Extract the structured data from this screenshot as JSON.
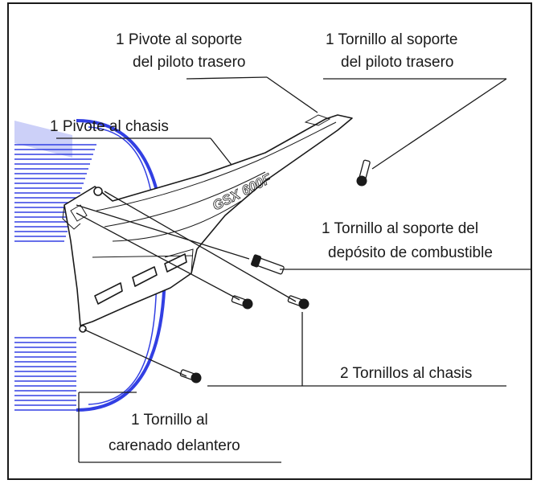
{
  "diagram": {
    "labels": {
      "pivot_rear_support_line1": "1 Pivote al soporte",
      "pivot_rear_support_line2": "del piloto trasero",
      "screw_rear_support_line1": "1 Tornillo al soporte",
      "screw_rear_support_line2": "del piloto trasero",
      "pivot_chassis": "1 Pivote al chasis",
      "screw_fuel_tank_line1": "1 Tornillo al soporte del",
      "screw_fuel_tank_line2": "depósito de combustible",
      "screws_chassis": "2 Tornillos al chasis",
      "screw_front_fairing_line1": "1 Tornillo al",
      "screw_front_fairing_line2": "carenado delantero"
    },
    "decal_text": "GSX 600F",
    "colors": {
      "line": "#1a1a1a",
      "frame": "#1a1a1a",
      "watermark": "#1c2be0",
      "background": "#ffffff"
    }
  }
}
